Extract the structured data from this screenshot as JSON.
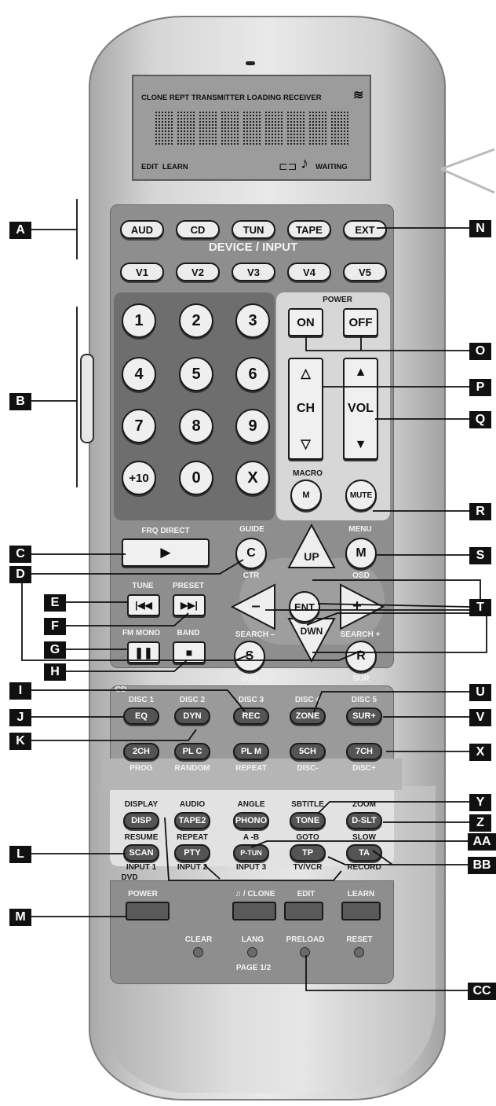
{
  "lcd": {
    "top": "CLONE REPT TRANSMITTER LOADING RECEIVER",
    "bottom_left": "EDIT  LEARN",
    "bottom_right": "WAITING"
  },
  "device_input": {
    "row1": [
      "AUD",
      "CD",
      "TUN",
      "TAPE",
      "EXT"
    ],
    "title": "DEVICE / INPUT",
    "row2": [
      "V1",
      "V2",
      "V3",
      "V4",
      "V5"
    ]
  },
  "numpad": [
    "1",
    "2",
    "3",
    "4",
    "5",
    "6",
    "7",
    "8",
    "9",
    "+10",
    "0",
    "X"
  ],
  "power": {
    "title": "POWER",
    "on": "ON",
    "off": "OFF"
  },
  "ch": "CH",
  "vol": "VOL",
  "macro": {
    "title": "MACRO",
    "m": "M",
    "mute": "MUTE"
  },
  "nav": {
    "frq_direct": "FRQ DIRECT",
    "guide": "GUIDE",
    "c": "C",
    "ctr": "CTR",
    "menu": "MENU",
    "m": "M",
    "osd": "OSD",
    "up": "UP",
    "ent": "ENT",
    "dwn": "DWN",
    "minus": "–",
    "plus": "+",
    "tune": "TUNE",
    "preset": "PRESET",
    "fm_mono": "FM MONO",
    "band": "BAND",
    "search_minus": "SEARCH –",
    "search_plus": "SEARCH +",
    "s": "S",
    "sub": "SUB",
    "r": "R",
    "sur": "SUR"
  },
  "cd": {
    "section": "CD",
    "top_labels": [
      "DISC 1",
      "DISC 2",
      "DISC 3",
      "DISC 4",
      "DISC 5"
    ],
    "row1": [
      "EQ",
      "DYN",
      "REC",
      "ZONE",
      "SUR+"
    ],
    "row2": [
      "2CH",
      "PL C",
      "PL M",
      "5CH",
      "7CH"
    ],
    "bottom_labels": [
      "PROG",
      "RANDOM",
      "REPEAT",
      "DISC-",
      "DISC+"
    ]
  },
  "dvd": {
    "top_labels": [
      "DISPLAY",
      "AUDIO",
      "ANGLE",
      "SBTITLE",
      "ZOOM"
    ],
    "row1": [
      "DISP",
      "TAPE2",
      "PHONO",
      "TONE",
      "D-SLT"
    ],
    "mid_labels": [
      "RESUME",
      "REPEAT",
      "A -B",
      "GOTO",
      "SLOW"
    ],
    "row2": [
      "SCAN",
      "PTY",
      "P-TUN",
      "TP",
      "TA"
    ],
    "bottom_labels": [
      "INPUT 1",
      "INPUT 2",
      "INPUT 3",
      "TV/VCR",
      "RECORD"
    ],
    "section": "DVD"
  },
  "system": {
    "power": "POWER",
    "clone": "♫ / CLONE",
    "edit": "EDIT",
    "learn": "LEARN",
    "clear": "CLEAR",
    "lang": "LANG",
    "preload": "PRELOAD",
    "reset": "RESET",
    "page": "PAGE 1/2"
  },
  "callouts": [
    "A",
    "B",
    "C",
    "D",
    "E",
    "F",
    "G",
    "H",
    "I",
    "J",
    "K",
    "L",
    "M",
    "N",
    "O",
    "P",
    "Q",
    "R",
    "S",
    "T",
    "U",
    "V",
    "X",
    "Y",
    "Z",
    "AA",
    "BB",
    "CC"
  ]
}
